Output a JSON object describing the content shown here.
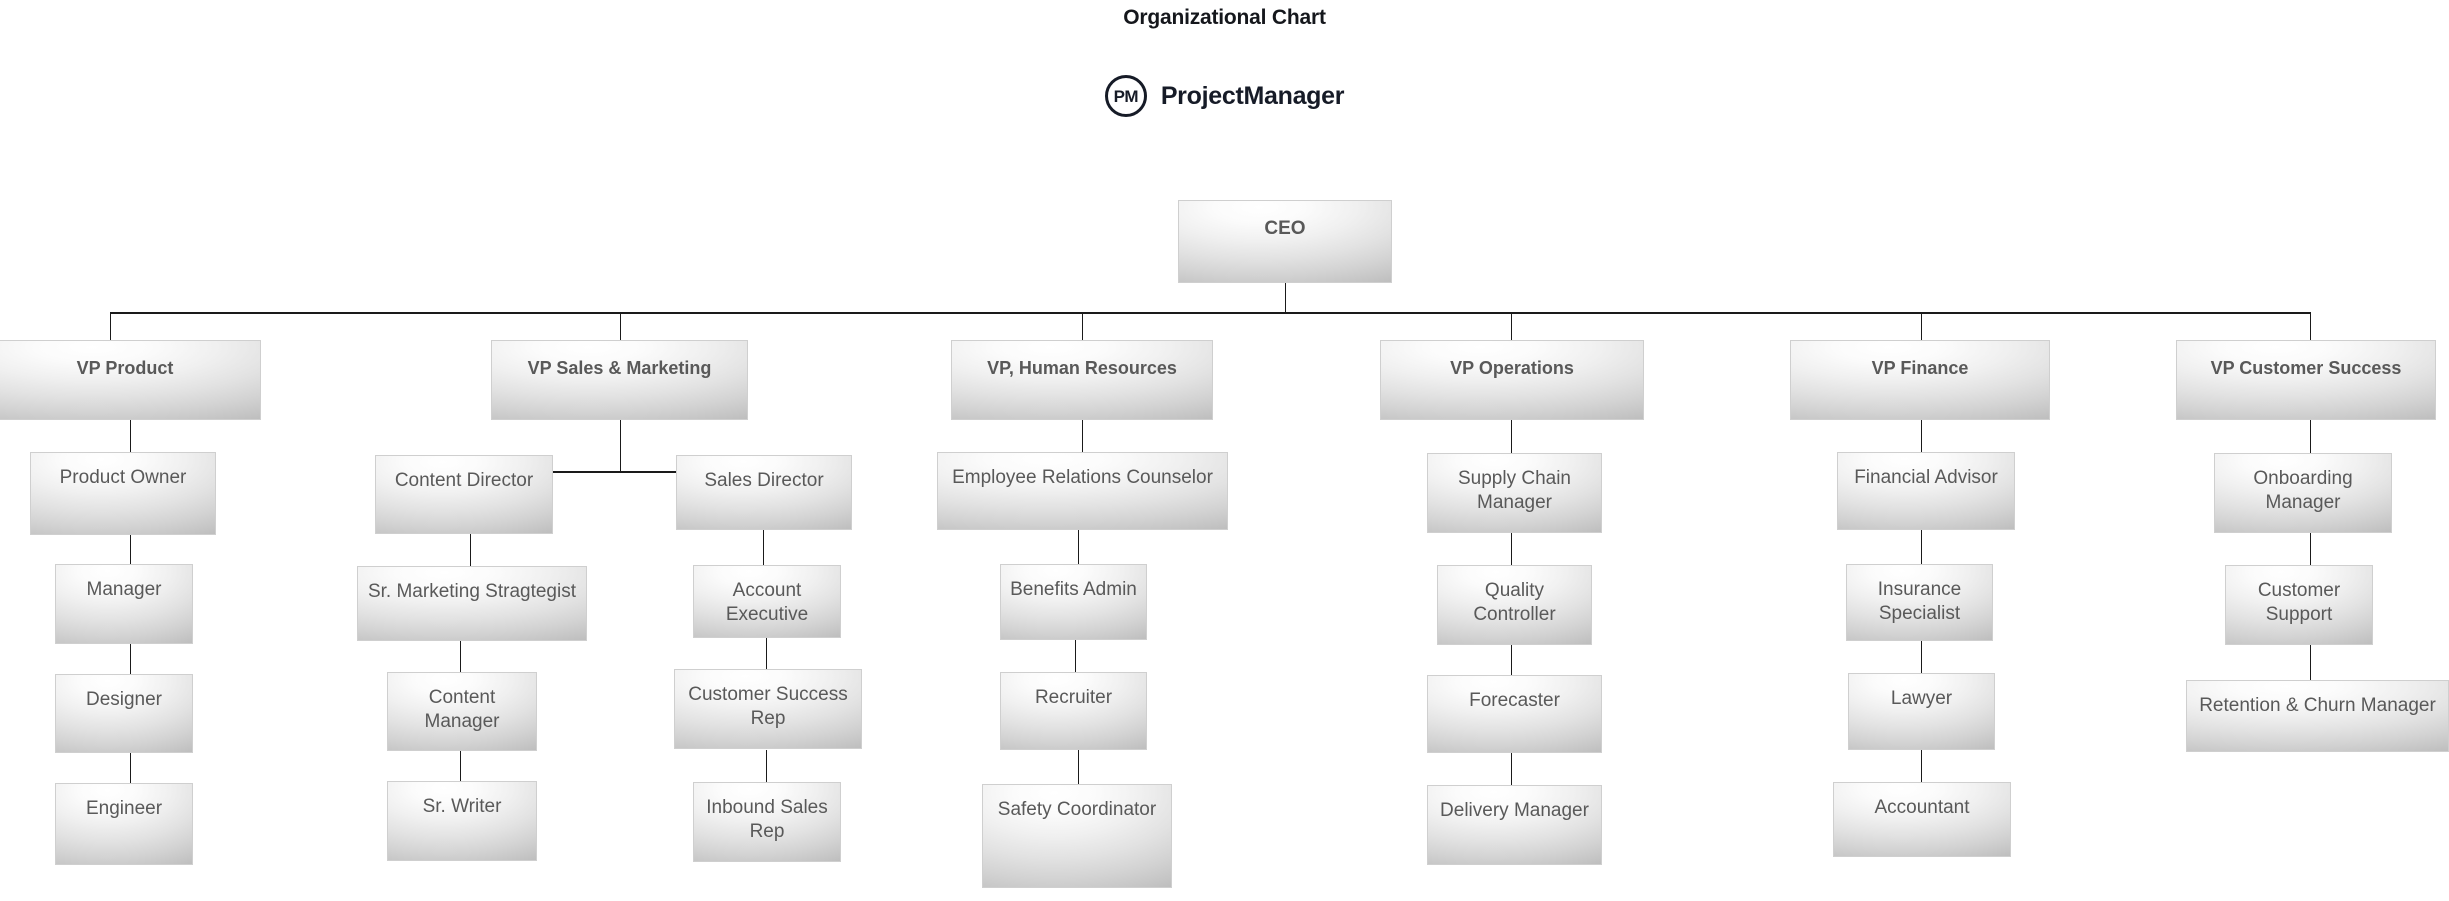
{
  "header": {
    "title": "Organizational Chart",
    "brand_mark_text": "PM",
    "brand_mark_icon": "projectmanager-logo-icon",
    "brand_name": "ProjectManager"
  },
  "colors": {
    "text": "#595959",
    "heading": "#161b27",
    "line": "#1a1a1a",
    "box_border": "#cfcfcf",
    "box_light": "#ffffff",
    "box_dark": "#bcbcbc"
  },
  "chart_data": {
    "type": "org-chart",
    "title": "Organizational Chart",
    "root": "CEO",
    "nodes": [
      {
        "id": "ceo",
        "label": "CEO",
        "level": 0,
        "parent": null
      },
      {
        "id": "vp-product",
        "label": "VP Product",
        "level": 1,
        "parent": "ceo"
      },
      {
        "id": "product-owner",
        "label": "Product Owner",
        "level": 2,
        "parent": "vp-product"
      },
      {
        "id": "manager",
        "label": "Manager",
        "level": 3,
        "parent": "product-owner"
      },
      {
        "id": "designer",
        "label": "Designer",
        "level": 4,
        "parent": "manager"
      },
      {
        "id": "engineer",
        "label": "Engineer",
        "level": 5,
        "parent": "designer"
      },
      {
        "id": "vp-sales-marketing",
        "label": "VP Sales & Marketing",
        "level": 1,
        "parent": "ceo"
      },
      {
        "id": "content-director",
        "label": "Content Director",
        "level": 2,
        "parent": "vp-sales-marketing"
      },
      {
        "id": "sr-marketing-strategist",
        "label": "Sr. Marketing Stragtegist",
        "level": 3,
        "parent": "content-director"
      },
      {
        "id": "content-manager",
        "label": "Content Manager",
        "level": 4,
        "parent": "sr-marketing-strategist"
      },
      {
        "id": "sr-writer",
        "label": "Sr. Writer",
        "level": 5,
        "parent": "content-manager"
      },
      {
        "id": "sales-director",
        "label": "Sales Director",
        "level": 2,
        "parent": "vp-sales-marketing"
      },
      {
        "id": "account-executive",
        "label": "Account Executive",
        "level": 3,
        "parent": "sales-director"
      },
      {
        "id": "customer-success-rep",
        "label": "Customer Success Rep",
        "level": 4,
        "parent": "account-executive"
      },
      {
        "id": "inbound-sales-rep",
        "label": "Inbound Sales Rep",
        "level": 5,
        "parent": "customer-success-rep"
      },
      {
        "id": "vp-hr",
        "label": "VP, Human Resources",
        "level": 1,
        "parent": "ceo"
      },
      {
        "id": "employee-relations-counselor",
        "label": "Employee Relations Counselor",
        "level": 2,
        "parent": "vp-hr"
      },
      {
        "id": "benefits-admin",
        "label": "Benefits Admin",
        "level": 3,
        "parent": "employee-relations-counselor"
      },
      {
        "id": "recruiter",
        "label": "Recruiter",
        "level": 4,
        "parent": "benefits-admin"
      },
      {
        "id": "safety-coordinator",
        "label": "Safety Coordinator",
        "level": 5,
        "parent": "recruiter"
      },
      {
        "id": "vp-operations",
        "label": "VP Operations",
        "level": 1,
        "parent": "ceo"
      },
      {
        "id": "supply-chain-manager",
        "label": "Supply Chain Manager",
        "level": 2,
        "parent": "vp-operations"
      },
      {
        "id": "quality-controller",
        "label": "Quality Controller",
        "level": 3,
        "parent": "supply-chain-manager"
      },
      {
        "id": "forecaster",
        "label": "Forecaster",
        "level": 4,
        "parent": "quality-controller"
      },
      {
        "id": "delivery-manager",
        "label": "Delivery Manager",
        "level": 5,
        "parent": "forecaster"
      },
      {
        "id": "vp-finance",
        "label": "VP Finance",
        "level": 1,
        "parent": "ceo"
      },
      {
        "id": "financial-advisor",
        "label": "Financial Advisor",
        "level": 2,
        "parent": "vp-finance"
      },
      {
        "id": "insurance-specialist",
        "label": "Insurance Specialist",
        "level": 3,
        "parent": "financial-advisor"
      },
      {
        "id": "lawyer",
        "label": "Lawyer",
        "level": 4,
        "parent": "insurance-specialist"
      },
      {
        "id": "accountant",
        "label": "Accountant",
        "level": 5,
        "parent": "lawyer"
      },
      {
        "id": "vp-customer-success",
        "label": "VP Customer Success",
        "level": 1,
        "parent": "ceo"
      },
      {
        "id": "onboarding-manager",
        "label": "Onboarding Manager",
        "level": 2,
        "parent": "vp-customer-success"
      },
      {
        "id": "customer-support",
        "label": "Customer Support",
        "level": 3,
        "parent": "onboarding-manager"
      },
      {
        "id": "retention-churn-manager",
        "label": "Retention & Churn Manager",
        "level": 4,
        "parent": "customer-support"
      }
    ]
  }
}
